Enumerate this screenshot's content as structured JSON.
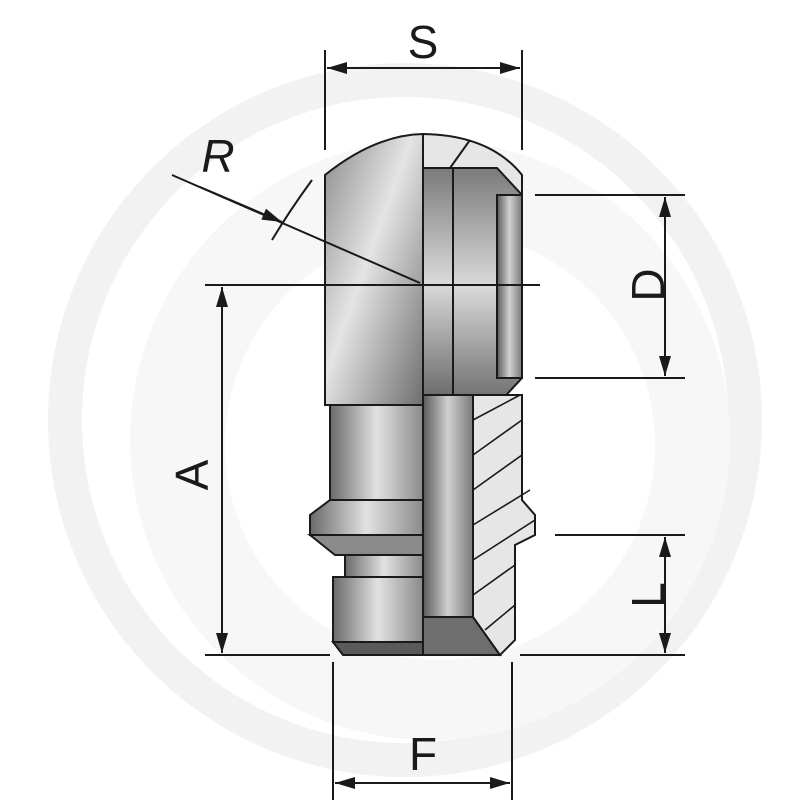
{
  "drawing": {
    "subject": "banjo fitting technical drawing",
    "labels": {
      "S": "S",
      "R": "R",
      "D": "D",
      "A": "A",
      "L": "L",
      "F": "F"
    }
  },
  "colors": {
    "line": "#1a1a1a",
    "watermark": "#f2f2f2",
    "metal_light": "#d8d8d8",
    "metal_mid": "#a8a8a8",
    "metal_dark": "#5a5a5a",
    "section_fill": "#e6e6e6"
  }
}
